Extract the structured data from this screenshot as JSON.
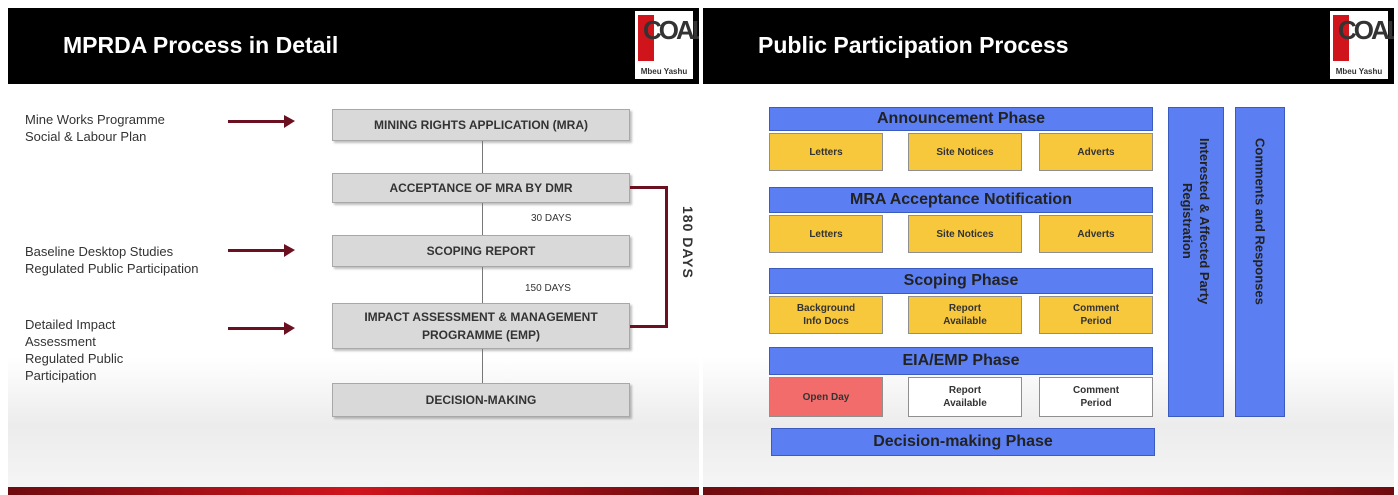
{
  "left_slide": {
    "title": "MPRDA Process in Detail",
    "logo": {
      "word": "COAL",
      "sub": "Mbeu Yashu"
    },
    "inputs": [
      "Mine Works Programme\nSocial & Labour Plan",
      "Baseline Desktop Studies\nRegulated Public Participation",
      "Detailed Impact\nAssessment\nRegulated Public\nParticipation"
    ],
    "steps": [
      "MINING RIGHTS APPLICATION (MRA)",
      "ACCEPTANCE OF MRA BY DMR",
      "SCOPING REPORT",
      "IMPACT ASSESSMENT & MANAGEMENT\nPROGRAMME (EMP)",
      "DECISION-MAKING"
    ],
    "durations": [
      "30 DAYS",
      "150 DAYS"
    ],
    "total_duration": "180 DAYS"
  },
  "right_slide": {
    "title": "Public Participation Process",
    "logo": {
      "word": "COAL",
      "sub": "Mbeu Yashu"
    },
    "phases": [
      {
        "name": "Announcement Phase",
        "items": [
          {
            "label": "Letters",
            "color": "#f7c73c"
          },
          {
            "label": "Site Notices",
            "color": "#f7c73c"
          },
          {
            "label": "Adverts",
            "color": "#f7c73c"
          }
        ]
      },
      {
        "name": "MRA Acceptance Notification",
        "items": [
          {
            "label": "Letters",
            "color": "#f7c73c"
          },
          {
            "label": "Site Notices",
            "color": "#f7c73c"
          },
          {
            "label": "Adverts",
            "color": "#f7c73c"
          }
        ]
      },
      {
        "name": "Scoping Phase",
        "items": [
          {
            "label": "Background\nInfo Docs",
            "color": "#f7c73c"
          },
          {
            "label": "Report\nAvailable",
            "color": "#f7c73c"
          },
          {
            "label": "Comment\nPeriod",
            "color": "#f7c73c"
          }
        ]
      },
      {
        "name": "EIA/EMP Phase",
        "items": [
          {
            "label": "Open Day",
            "color": "#f26c6c"
          },
          {
            "label": "Report\nAvailable",
            "color": "#ffffff"
          },
          {
            "label": "Comment\nPeriod",
            "color": "#ffffff"
          }
        ]
      }
    ],
    "final_phase": "Decision-making Phase",
    "side_bars": [
      "Interested & Affected Party\nRegistration",
      "Comments and Responses"
    ],
    "colors": {
      "phase_blue": "#5b7ff2",
      "note_yellow": "#f7c73c",
      "accent_red": "#d0141c",
      "arrow_maroon": "#6b1020"
    }
  }
}
